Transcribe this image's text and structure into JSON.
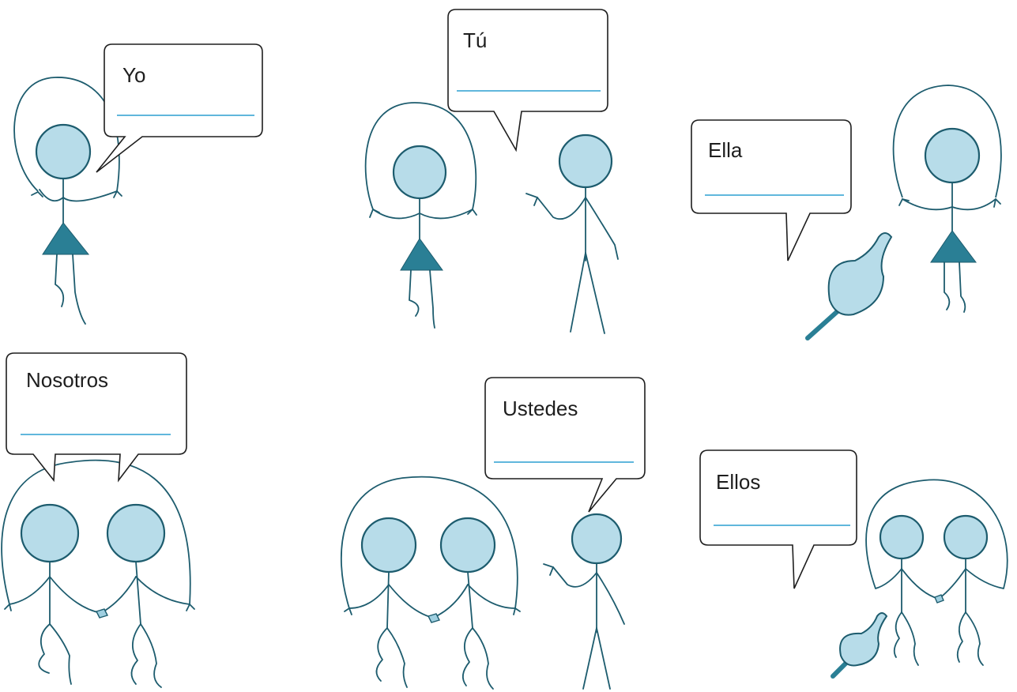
{
  "panels": [
    {
      "pronoun": "Yo"
    },
    {
      "pronoun": "Tú"
    },
    {
      "pronoun": "Ella"
    },
    {
      "pronoun": "Nosotros"
    },
    {
      "pronoun": "Ustedes"
    },
    {
      "pronoun": "Ellos"
    }
  ],
  "colors": {
    "head_fill": "#b7dce9",
    "outline": "#1d5c6e",
    "skirt": "#2a7f95",
    "answer_line": "#2b9fd0"
  }
}
